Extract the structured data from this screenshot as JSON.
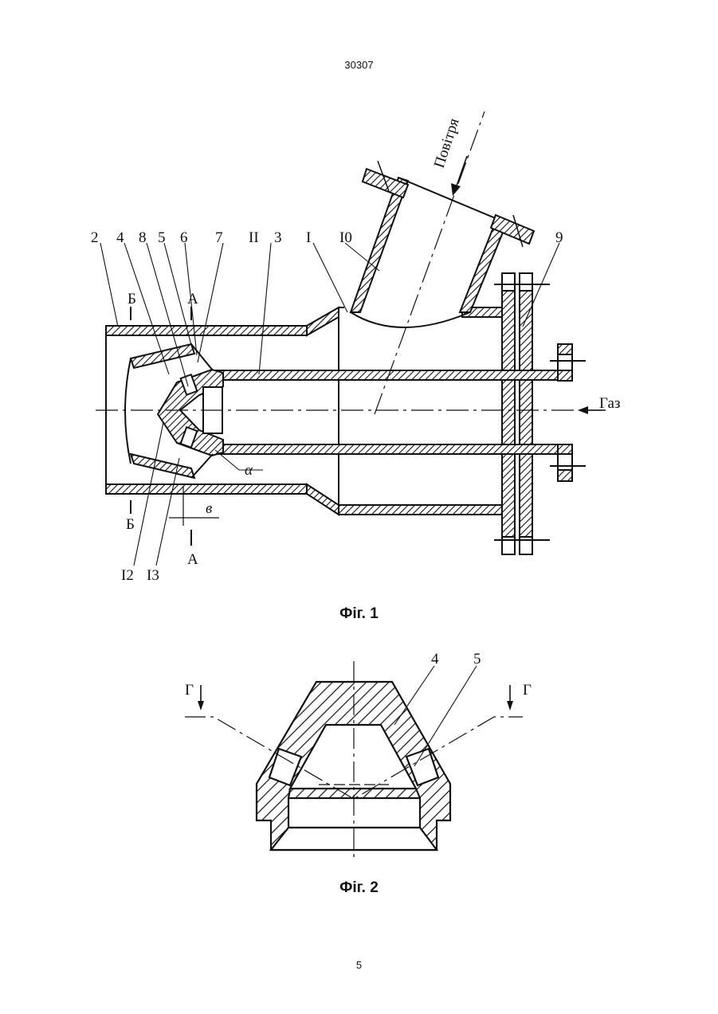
{
  "page": {
    "document_number": "30307",
    "page_number": "5"
  },
  "figure1": {
    "caption": "Фіг. 1",
    "labels": {
      "l2": "2",
      "l4": "4",
      "l8": "8",
      "l5": "5",
      "l6": "6",
      "l7": "7",
      "lII": "II",
      "l3": "3",
      "lI": "I",
      "lI0": "I0",
      "l9": "9",
      "lI2": "I2",
      "lI3": "I3",
      "secB_top": "Б",
      "secB_bot": "Б",
      "secA_top": "А",
      "secA_bot": "А",
      "dim_b": "в",
      "alpha": "α",
      "air": "Повітря",
      "gas": "Газ"
    }
  },
  "figure2": {
    "caption": "Фіг. 2",
    "labels": {
      "l4": "4",
      "l5": "5",
      "secG_left": "Г",
      "secG_right": "Г"
    }
  }
}
